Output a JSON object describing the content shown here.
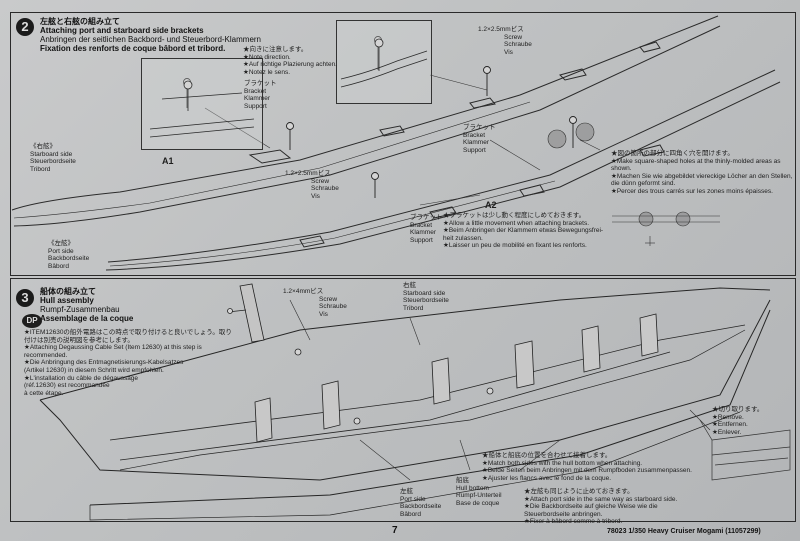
{
  "step2": {
    "number": "2",
    "title_jp": "左舷と右舷の組み立て",
    "title_en": "Attaching port and starboard side brackets",
    "title_de": "Anbringen der seitlichen Backbord- und Steuerbord-Klammern",
    "title_fr": "Fixation des renforts de coque bâbord et tribord.",
    "note1": [
      "★向きに注意します。",
      "★Note direction.",
      "★Auf richtige Plazierung achten.",
      "★Notez le sens."
    ],
    "bracket_label": [
      "ブラケット",
      "Bracket",
      "Klammer",
      "Support"
    ],
    "screw_label": [
      "1.2×2.5mmビス",
      "Screw",
      "Schraube",
      "Vis"
    ],
    "starboard_side": [
      "《右舷》",
      "Starboard side",
      "Steuerbordseite",
      "Tribord"
    ],
    "port_side": [
      "《左舷》",
      "Port side",
      "Backbordseite",
      "Bâbord"
    ],
    "part_a1": "A1",
    "part_a2": "A2",
    "holes_note": [
      "★図の箇所の部分に四角く穴を開けます。",
      "★Make square-shaped holes at the thinly-molded areas as",
      "shown.",
      "★Machen Sie wie abgebildet viereckige Löcher an den Stellen,",
      "die dünn geformt sind.",
      "★Percer des trous carrés sur les zones moins épaisses."
    ],
    "bracket_note": [
      "★ブラケットは少し動く程度にしめておきます。",
      "★Allow a little movement when attaching brackets.",
      "★Beim Anbringen der Klammern etwas Bewegungsfrei-",
      "heit zulassen.",
      "★Laisser un peu de mobilité en fixant les renforts."
    ]
  },
  "step3": {
    "number": "3",
    "title_jp": "船体の組み立て",
    "title_en": "Hull assembly",
    "title_de": "Rumpf-Zusammenbau",
    "title_fr": "Assemblage de la coque",
    "dp_badge": "DP",
    "dp_note": [
      "★ITEM12630の船外電路はこの時点で取り付けると良いでしょう。取り",
      "付けは別売の説明図を参考にします。",
      "★Attaching Degaussing Cable Set (Item 12630) at this step is",
      "recommended.",
      "★Die Anbringung des Entmagnetisierungs-Kabelsatzes",
      "(Artikel 12630) in diesem Schritt wird empfohlen.",
      "★L'installation du câble de dégaussage",
      "(réf.12630) est recommandée",
      "à cette étape."
    ],
    "screw_label": [
      "1.2×4mmビス",
      "Screw",
      "Schraube",
      "Vis"
    ],
    "starboard_side": [
      "右舷",
      "Starboard side",
      "Steuerbordseite",
      "Tribord"
    ],
    "port_side": [
      "左舷",
      "Port side",
      "Backbordseite",
      "Bâbord"
    ],
    "hull_bottom": [
      "船底",
      "Hull bottom",
      "Rumpf-Unterteil",
      "Base de coque"
    ],
    "match_note": [
      "★船体と船底の位置を合わせて接着します。",
      "★Match both sides with the hull bottom when attaching.",
      "★Beide Seiten beim Anbringen mit dem Rumpfboden zusammenpassen.",
      "★Ajuster les flancs avec le fond de la coque."
    ],
    "port_note": [
      "★左舷も同じように止めておきます。",
      "★Attach port side in the same way as starboard side.",
      "★Die Backbordseite auf gleiche Weise wie die",
      "Steuerbordseite anbringen.",
      "★Fixer à bâbord comme à tribord."
    ],
    "remove_note": [
      "★切り取ります。",
      "★Remove.",
      "★Entfernen.",
      "★Enlever."
    ]
  },
  "footer": {
    "page_number": "7",
    "product": "78023 1/350 Heavy Cruiser Mogami (11057299)"
  }
}
